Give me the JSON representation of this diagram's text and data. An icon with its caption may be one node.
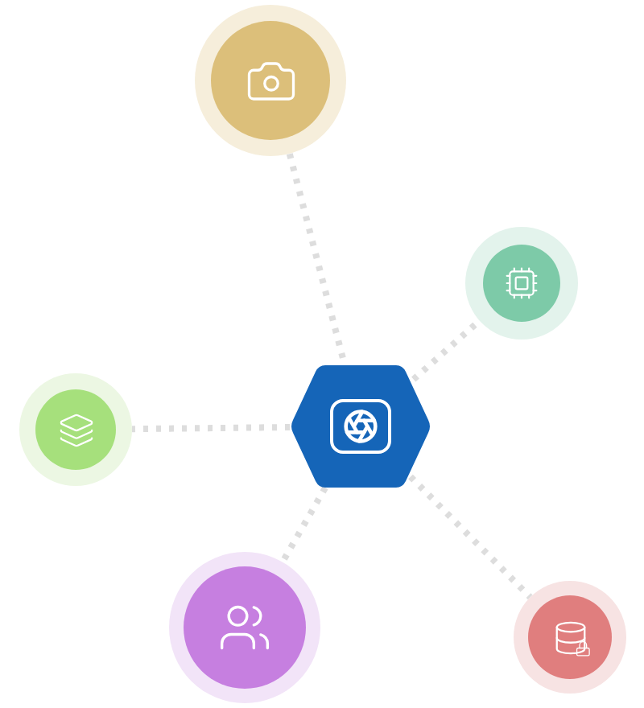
{
  "diagram": {
    "nodes": [
      {
        "text": [],
        "shape": "circle"
      },
      {
        "text": [],
        "shape": "circle"
      },
      {
        "text": [],
        "shape": "circle"
      },
      {
        "text": [],
        "shape": "hexagon"
      },
      {
        "text": [],
        "shape": "circle"
      },
      {
        "text": [],
        "shape": "circle"
      }
    ],
    "edges": [
      {
        "from": 3,
        "to": 0,
        "arrow": "none",
        "style": "dashed"
      },
      {
        "from": 3,
        "to": 1,
        "arrow": "none",
        "style": "dashed"
      },
      {
        "from": 3,
        "to": 2,
        "arrow": "none",
        "style": "dashed"
      },
      {
        "from": 3,
        "to": 4,
        "arrow": "none",
        "style": "dashed"
      },
      {
        "from": 3,
        "to": 5,
        "arrow": "none",
        "style": "dashed"
      }
    ]
  }
}
